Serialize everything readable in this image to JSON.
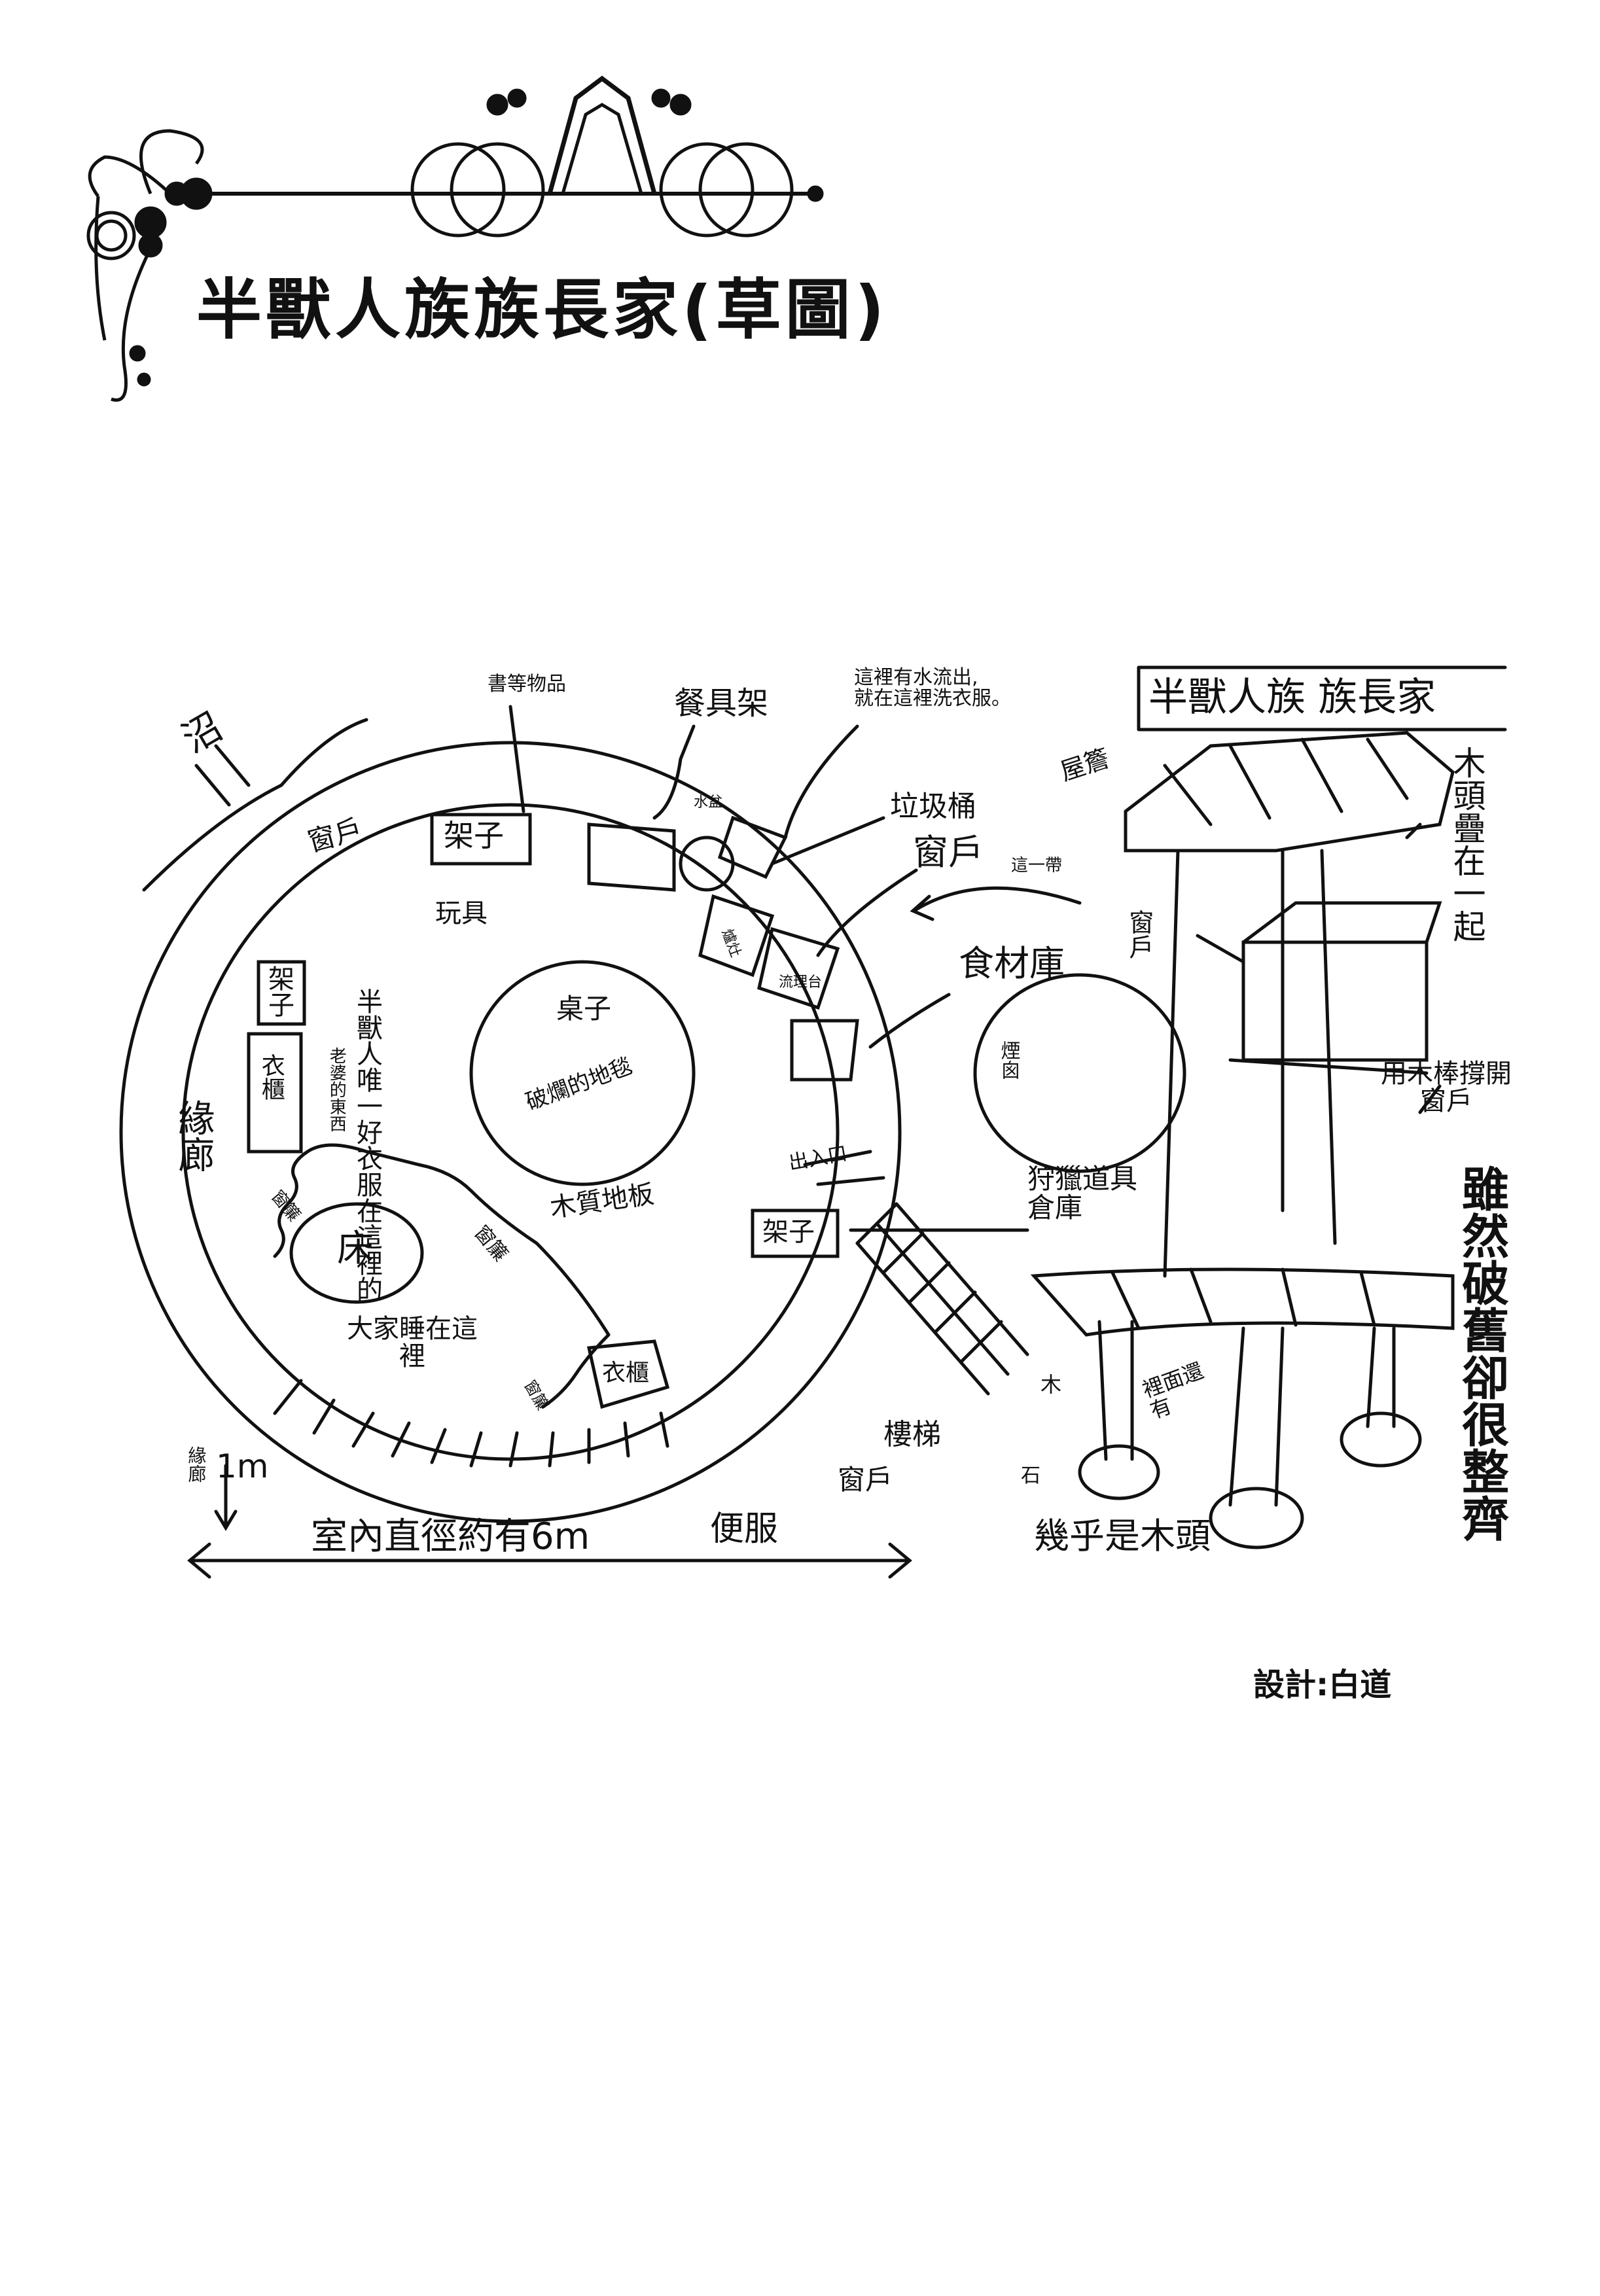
{
  "page_title": "半獸人族族長家(草圖)",
  "credit": "設計:白道",
  "sketch": {
    "top_right_title": "半獸人族 族長家",
    "labels": {
      "swamp": "沼",
      "books": "書等物品",
      "dish_rack": "餐具架",
      "water_note": "這裡有水流出,\n就在這裡洗衣服。",
      "water_basin": "水盆",
      "trash_can": "垃圾桶",
      "window_right": "窗戶",
      "window_left": "窗戶",
      "window_bottom": "窗戶",
      "window_side": "窗戶",
      "shelf_top": "架子",
      "shelf_left": "架子",
      "shelf_bottom": "架子",
      "toys": "玩具",
      "table": "桌子",
      "rug": "破爛的地毯",
      "wardrobe_left": "衣櫃",
      "wardrobe_bottom": "衣櫃",
      "wife_stuff": "老婆的東西",
      "clothes_note": "半獸人唯一好衣服在這裡的",
      "veranda": "緣廊",
      "curtain_a": "窗簾",
      "curtain_b": "窗簾",
      "curtain_c": "窗簾",
      "bed": "床",
      "sleep_here": "大家睡在這裡",
      "wood_floor": "木質地板",
      "entrance": "出入口",
      "food_storage": "食材庫",
      "this_area": "這一帶",
      "chimney": "煙囪",
      "hunting_storage": "狩獵道具倉庫",
      "stairs": "樓梯",
      "casual_clothes": "便服",
      "diameter": "室內直徑約有6m",
      "veranda_width_label": "緣廊",
      "veranda_width": "1m",
      "eaves": "屋簷",
      "stacked_wood": "木頭疊在一起",
      "prop_window": "用木棒撐開窗戶",
      "shabby_but_neat": "雖然破舊卻很整齊",
      "wood": "木",
      "stone": "石",
      "inside_too": "裡面還有",
      "mostly_wood": "幾乎是木頭",
      "stove": "爐灶",
      "sink": "流理台"
    }
  }
}
